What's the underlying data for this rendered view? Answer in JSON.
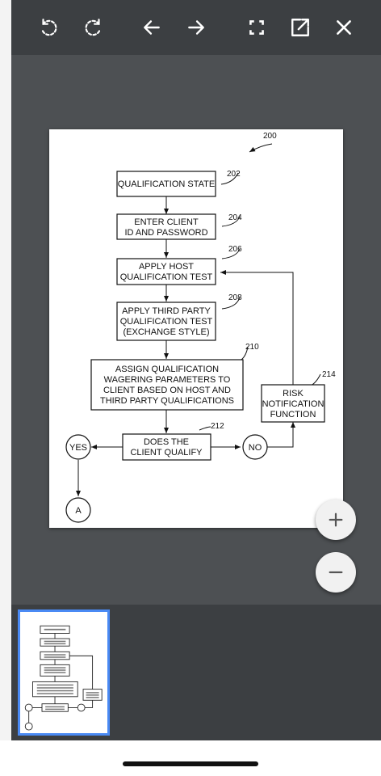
{
  "toolbar": {
    "buttons": [
      {
        "name": "rotate-left-button",
        "icon": "rotate-left-icon"
      },
      {
        "name": "rotate-right-button",
        "icon": "rotate-right-icon"
      },
      {
        "name": "previous-button",
        "icon": "arrow-left-icon"
      },
      {
        "name": "next-button",
        "icon": "arrow-right-icon"
      },
      {
        "name": "fullscreen-button",
        "icon": "fullscreen-icon"
      },
      {
        "name": "open-external-button",
        "icon": "open-in-new-icon"
      },
      {
        "name": "close-button",
        "icon": "close-icon"
      }
    ]
  },
  "document": {
    "figure_ref": "200",
    "boxes": [
      {
        "id": "qualification-state",
        "ref": "202",
        "lines": [
          "QUALIFICATION STATE"
        ]
      },
      {
        "id": "enter-client-id",
        "ref": "204",
        "lines": [
          "ENTER CLIENT",
          "ID AND PASSWORD"
        ]
      },
      {
        "id": "apply-host-test",
        "ref": "206",
        "lines": [
          "APPLY HOST",
          "QUALIFICATION TEST"
        ]
      },
      {
        "id": "apply-third-party-test",
        "ref": "208",
        "lines": [
          "APPLY THIRD PARTY",
          "QUALIFICATION TEST",
          "(EXCHANGE STYLE)"
        ]
      },
      {
        "id": "assign-parameters",
        "ref": "210",
        "lines": [
          "ASSIGN QUALIFICATION",
          "WAGERING PARAMETERS TO",
          "CLIENT BASED ON HOST AND",
          "THIRD PARTY QUALIFICATIONS"
        ]
      },
      {
        "id": "client-qualify",
        "ref": "212",
        "lines": [
          "DOES THE",
          "CLIENT QUALIFY"
        ]
      },
      {
        "id": "risk-notification",
        "ref": "214",
        "lines": [
          "RISK",
          "NOTIFICATION",
          "FUNCTION"
        ]
      }
    ],
    "circles": [
      {
        "id": "yes",
        "label": "YES"
      },
      {
        "id": "no",
        "label": "NO"
      },
      {
        "id": "connector-a",
        "label": "A"
      }
    ]
  },
  "zoom": {
    "in_icon": "plus-icon",
    "out_icon": "minus-icon"
  },
  "colors": {
    "toolbar": "#3c3f42",
    "viewer_bg": "#4d5053",
    "thumb_selected": "#4a8af4"
  }
}
